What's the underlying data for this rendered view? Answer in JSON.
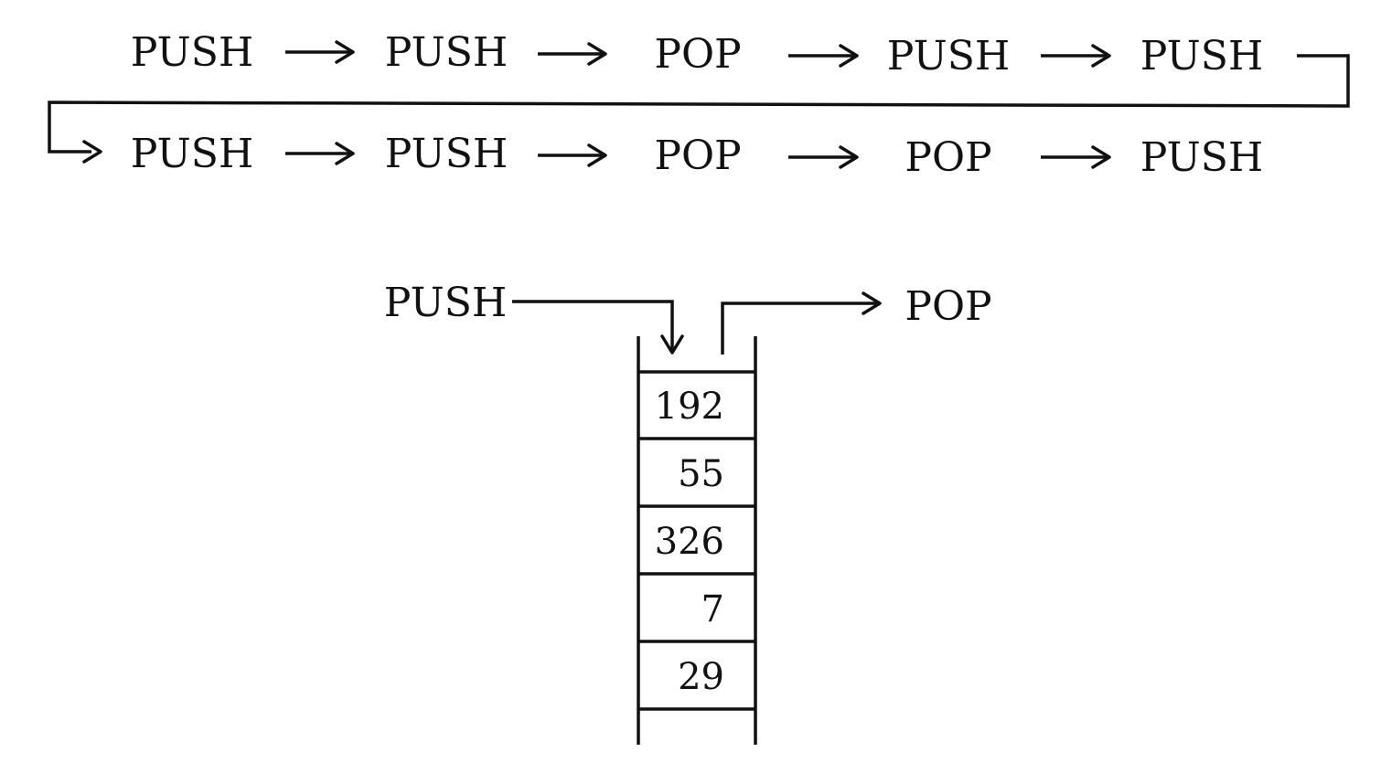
{
  "sequence": {
    "row1": [
      "PUSH",
      "PUSH",
      "POP",
      "PUSH",
      "PUSH"
    ],
    "row2": [
      "PUSH",
      "PUSH",
      "POP",
      "POP",
      "PUSH"
    ]
  },
  "stack": {
    "push_label": "PUSH",
    "pop_label": "POP",
    "cells": [
      "192",
      "55",
      "326",
      "7",
      "29"
    ]
  },
  "colors": {
    "ink": "#111111",
    "background": "#ffffff"
  }
}
